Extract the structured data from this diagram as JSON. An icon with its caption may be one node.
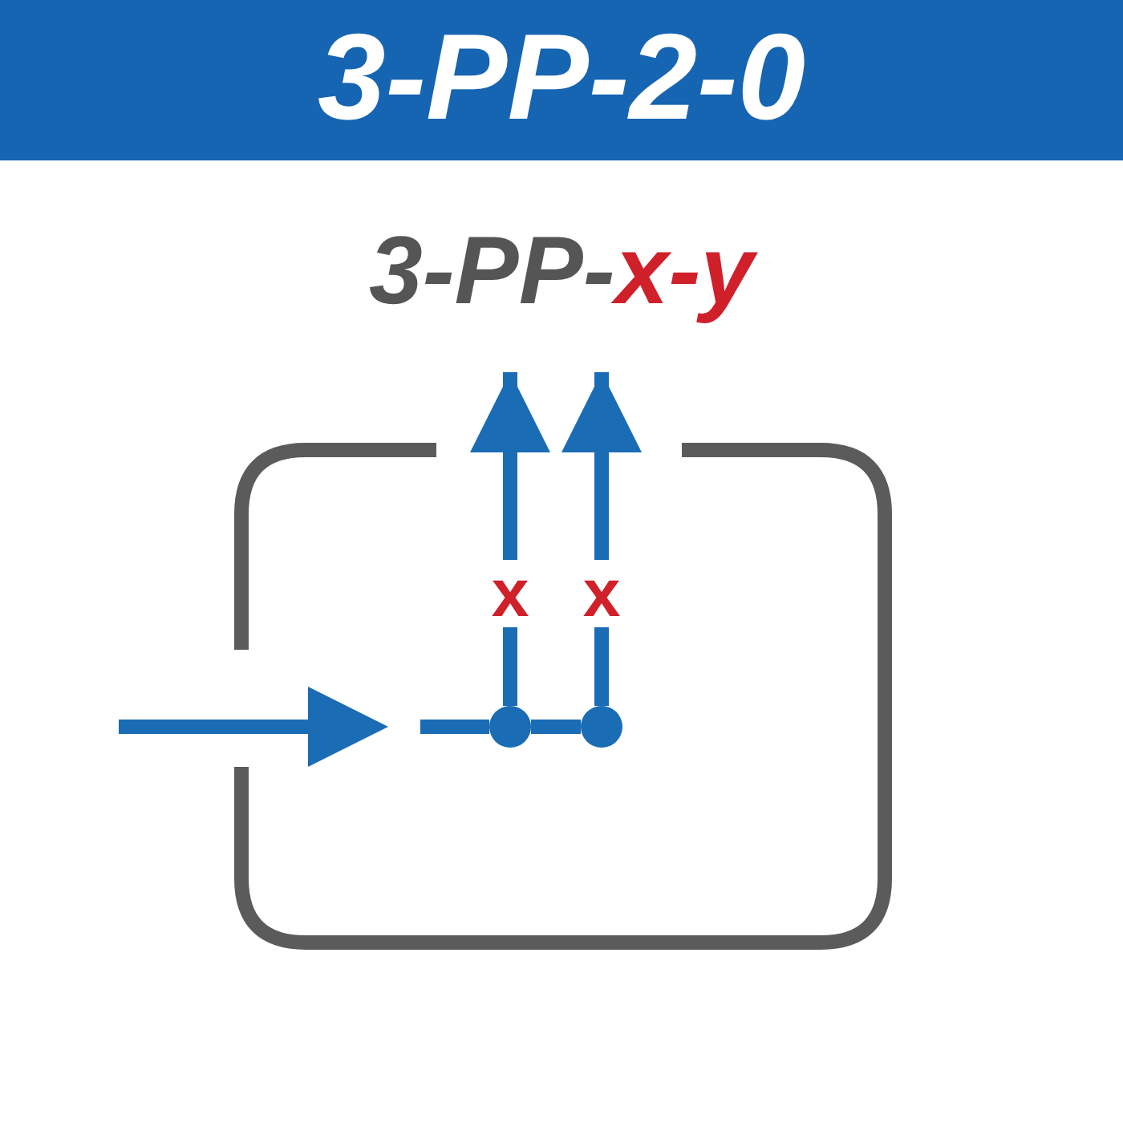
{
  "diagram": {
    "title": "3-PP-2-0",
    "nodes": [
      {
        "text": [],
        "shape": "box"
      },
      {
        "text": [],
        "shape": "circle",
        "in": 0
      },
      {
        "text": [],
        "shape": "circle",
        "in": 0
      }
    ],
    "edges": [
      {
        "from": null,
        "to": 1,
        "arrow": "none"
      },
      {
        "from": 1,
        "to": 2,
        "arrow": "none"
      },
      {
        "from": 1,
        "to": null,
        "arrow": "to",
        "label": "x"
      },
      {
        "from": 2,
        "to": null,
        "arrow": "to",
        "label": "x"
      }
    ],
    "labels": [
      "3-PP-",
      "x-y"
    ]
  }
}
